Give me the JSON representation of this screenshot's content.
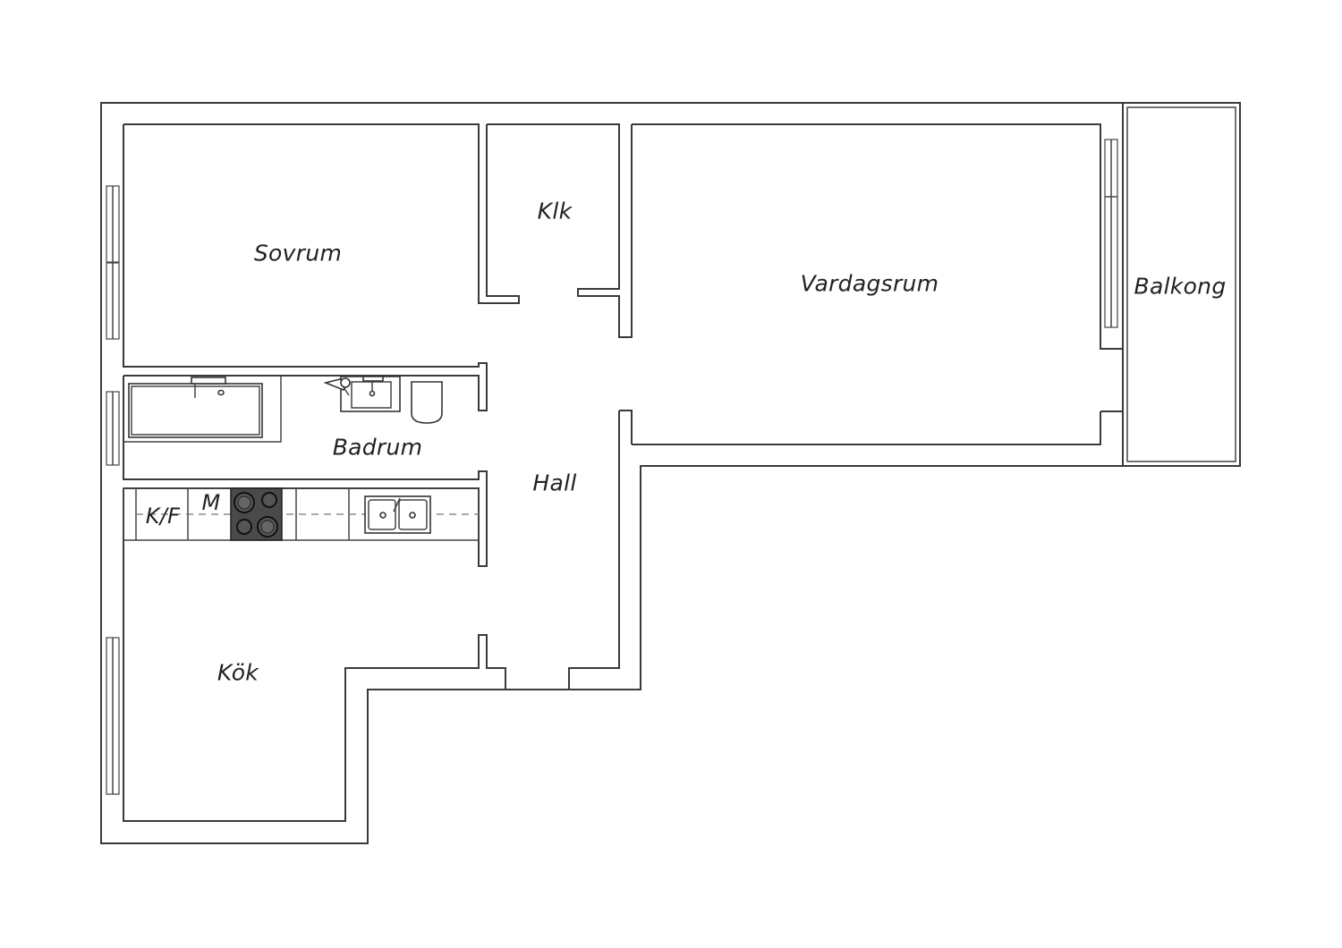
{
  "rooms": {
    "sovrum": "Sovrum",
    "klk": "Klk",
    "vardagsrum": "Vardagsrum",
    "balkong": "Balkong",
    "badrum": "Badrum",
    "hall": "Hall",
    "kok": "Kök"
  },
  "appliances": {
    "kf": "K/F",
    "m": "M"
  },
  "colors": {
    "wall": "#3a3a3a",
    "stove": "#4a4a4a",
    "background": "#ffffff"
  }
}
